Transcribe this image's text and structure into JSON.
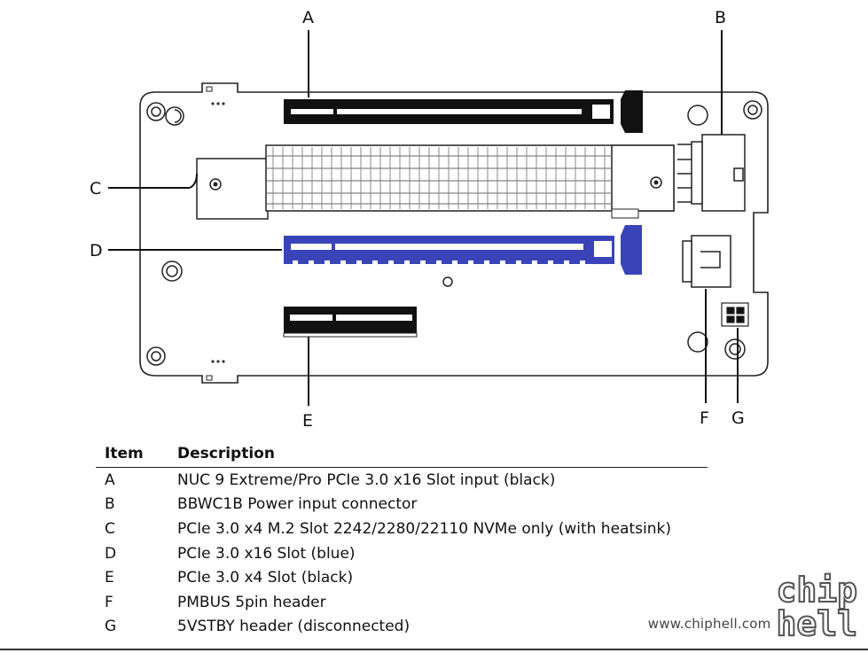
{
  "callouts": [
    "A",
    "B",
    "C",
    "D",
    "E",
    "F",
    "G"
  ],
  "legend": {
    "header_item": "Item",
    "header_description": "Description",
    "rows": [
      {
        "item": "A",
        "description": "NUC 9 Extreme/Pro PCIe 3.0 x16 Slot input (black)"
      },
      {
        "item": "B",
        "description": "BBWC1B Power input connector"
      },
      {
        "item": "C",
        "description": "PCIe 3.0 x4 M.2 Slot 2242/2280/22110 NVMe only (with heatsink)"
      },
      {
        "item": "D",
        "description": "PCIe 3.0 x16 Slot (blue)"
      },
      {
        "item": "E",
        "description": "PCIe 3.0 x4 Slot (black)"
      },
      {
        "item": "F",
        "description": "PMBUS 5pin header"
      },
      {
        "item": "G",
        "description": "5VSTBY header (disconnected)"
      }
    ]
  },
  "watermark": {
    "url": "www.chiphell.com",
    "logo_top": "chip",
    "logo_bottom": "hell"
  },
  "colors": {
    "outline": "#222222",
    "slot_black": "#111111",
    "slot_blue": "#3a44b8",
    "board_fill": "#ffffff"
  }
}
